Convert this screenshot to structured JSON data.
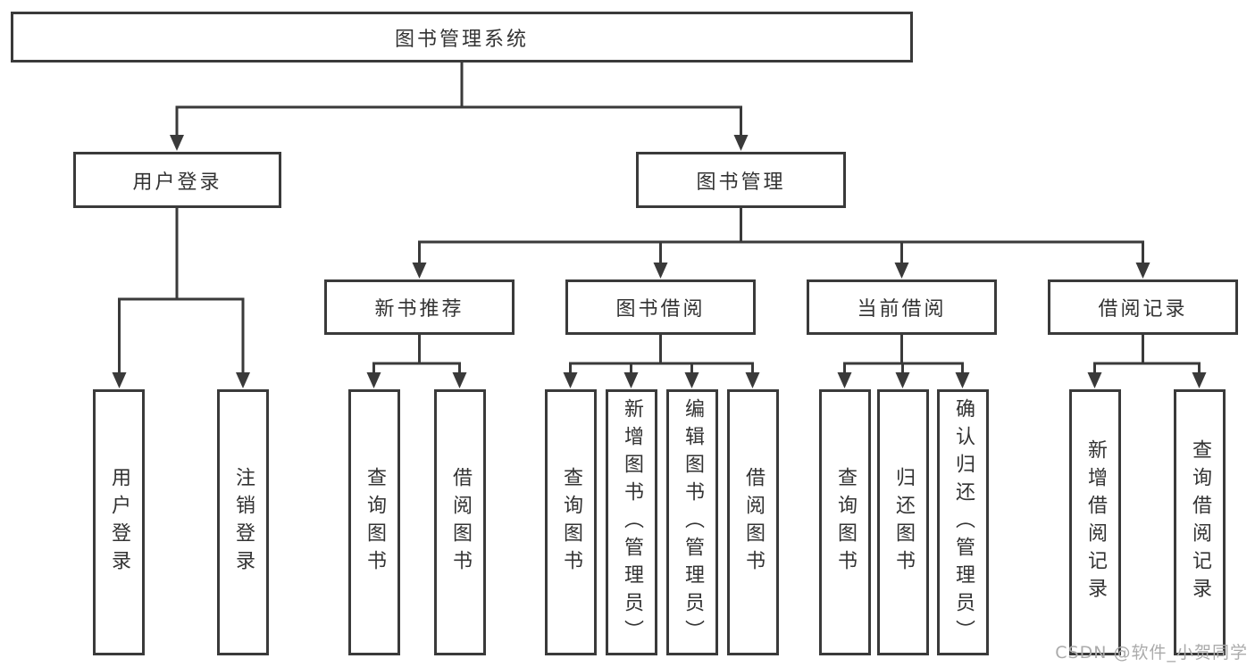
{
  "diagram": {
    "type": "org-tree",
    "root": {
      "label": "图书管理系统",
      "children": [
        {
          "label": "用户登录",
          "children": [
            {
              "label": "用户登录"
            },
            {
              "label": "注销登录"
            }
          ]
        },
        {
          "label": "图书管理",
          "children": [
            {
              "label": "新书推荐",
              "children": [
                {
                  "label": "查询图书"
                },
                {
                  "label": "借阅图书"
                }
              ]
            },
            {
              "label": "图书借阅",
              "children": [
                {
                  "label": "查询图书"
                },
                {
                  "label": "新增图书（管理员）"
                },
                {
                  "label": "编辑图书（管理员）"
                },
                {
                  "label": "借阅图书"
                }
              ]
            },
            {
              "label": "当前借阅",
              "children": [
                {
                  "label": "查询图书"
                },
                {
                  "label": "归还图书"
                },
                {
                  "label": "确认归还（管理员）"
                }
              ]
            },
            {
              "label": "借阅记录",
              "children": [
                {
                  "label": "新增借阅记录"
                },
                {
                  "label": "查询借阅记录"
                }
              ]
            }
          ]
        }
      ]
    }
  },
  "watermark": "CSDN @软件_小贺同学",
  "colors": {
    "line": "#3a3a3a",
    "text": "#333333",
    "watermark": "#ababab"
  }
}
